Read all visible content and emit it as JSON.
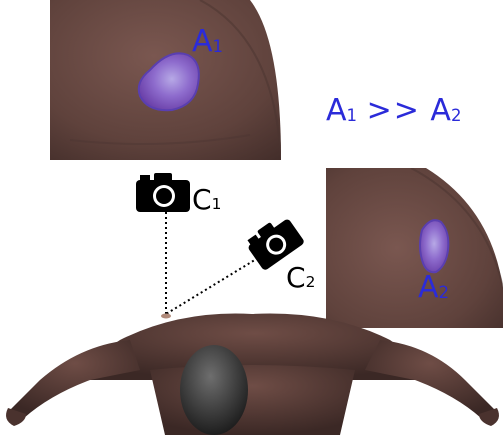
{
  "panel_1": {
    "label_main": "A",
    "label_sub": "1"
  },
  "panel_2": {
    "label_main": "A",
    "label_sub": "2"
  },
  "relation": {
    "left_main": "A",
    "left_sub": "1",
    "operator": ">>",
    "right_main": "A",
    "right_sub": "2"
  },
  "camera_1": {
    "label_main": "C",
    "label_sub": "1",
    "icon": "camera-icon"
  },
  "camera_2": {
    "label_main": "C",
    "label_sub": "2",
    "icon": "camera-icon"
  },
  "colors": {
    "label": "#2b2bd9",
    "skin": "#6b4a43",
    "lesion_fill": "#8a5fc4",
    "lesion_edge": "#5a3fb0"
  }
}
